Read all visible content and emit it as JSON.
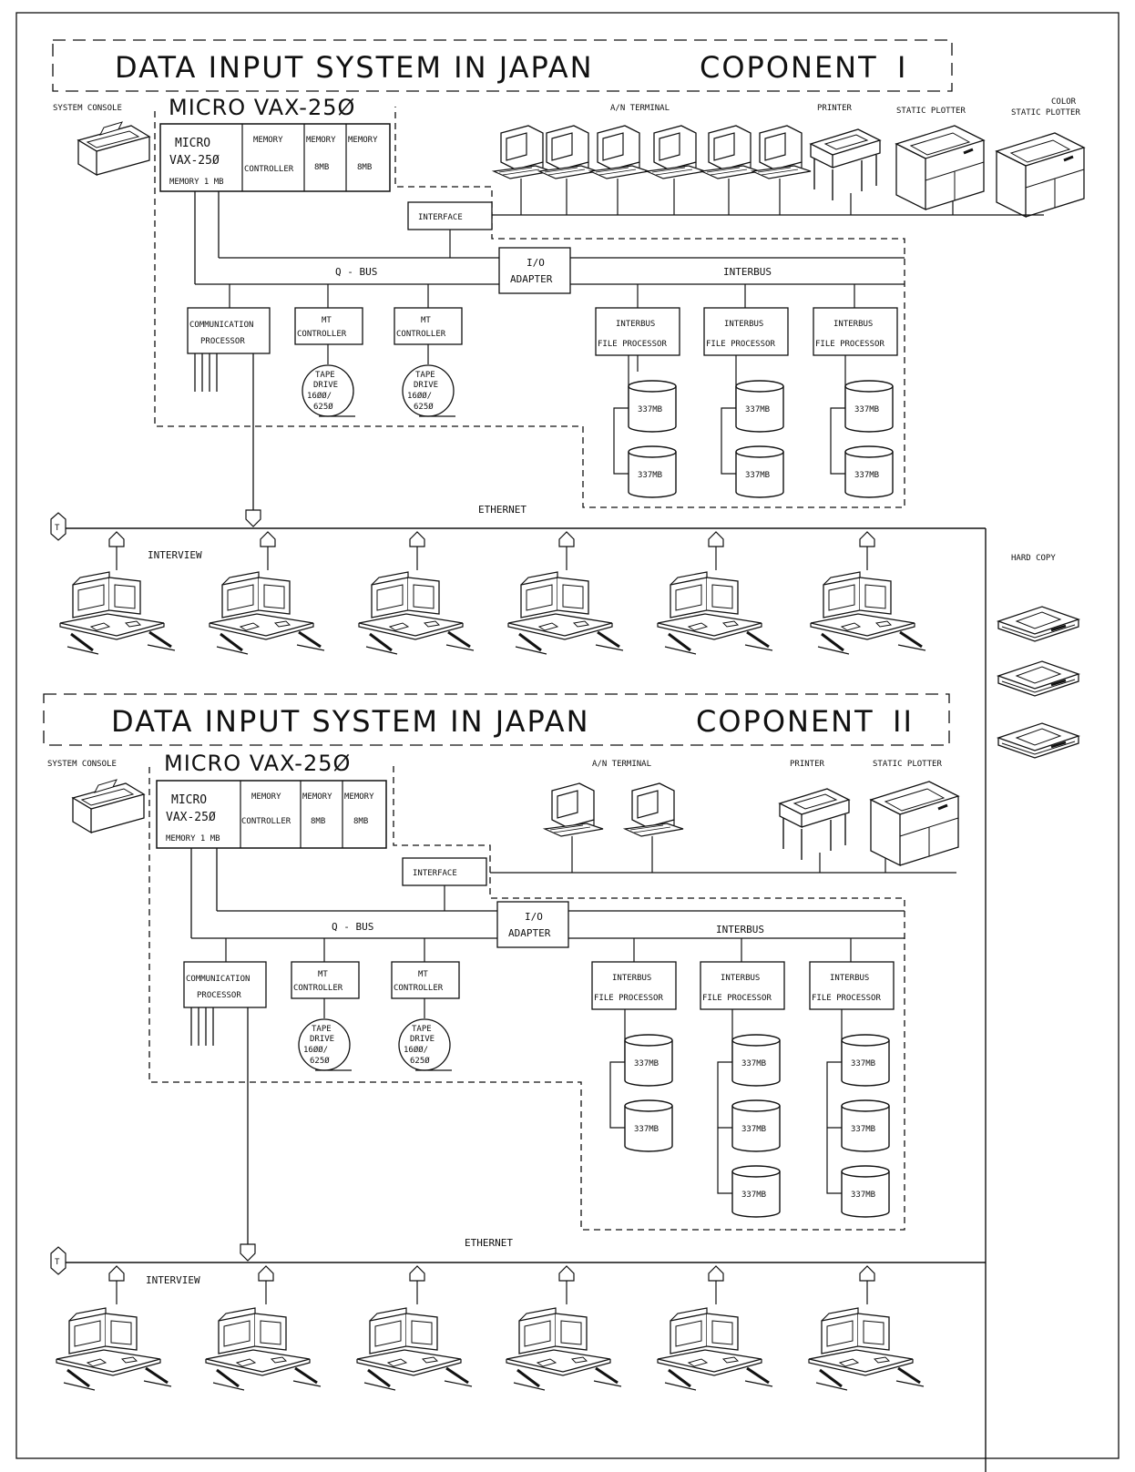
{
  "diagram": {
    "component1": {
      "title": "DATA INPUT SYSTEM IN JAPAN",
      "component_label": "COPONENT",
      "numeral": "I",
      "system_console": "SYSTEM CONSOLE",
      "cpu_group_title": "MICRO VAX-25Ø",
      "cpu_line1": "MICRO",
      "cpu_line2": "VAX-25Ø",
      "cpu_memory": "MEMORY 1 MB",
      "memory_controller_l1": "MEMORY",
      "memory_controller_l2": "CONTROLLER",
      "memory_a_l1": "MEMORY",
      "memory_a_l2": "8MB",
      "memory_b_l1": "MEMORY",
      "memory_b_l2": "8MB",
      "an_terminal": "A/N TERMINAL",
      "printer": "PRINTER",
      "static_plotter": "STATIC PLOTTER",
      "color_plotter_l1": "COLOR",
      "color_plotter_l2": "STATIC PLOTTER",
      "interface": "INTERFACE",
      "io_adapter_l1": "I/O",
      "io_adapter_l2": "ADAPTER",
      "qbus": "Q - BUS",
      "interbus": "INTERBUS",
      "comm_l1": "COMMUNICATION",
      "comm_l2": "PROCESSOR",
      "mt_l1": "MT",
      "mt_l2": "CONTROLLER",
      "tape_l1": "TAPE",
      "tape_l2": "DRIVE",
      "tape_l3": "16ØØ/",
      "tape_l4": "625Ø",
      "ifp_l1": "INTERBUS",
      "ifp_l2": "FILE PROCESSOR",
      "disk": "337MB",
      "ethernet": "ETHERNET",
      "terminator": "T",
      "interview": "INTERVIEW"
    },
    "component2": {
      "title": "DATA INPUT SYSTEM IN JAPAN",
      "component_label": "COPONENT",
      "numeral": "II",
      "system_console": "SYSTEM CONSOLE",
      "cpu_group_title": "MICRO VAX-25Ø",
      "cpu_line1": "MICRO",
      "cpu_line2": "VAX-25Ø",
      "cpu_memory": "MEMORY 1 MB",
      "memory_controller_l1": "MEMORY",
      "memory_controller_l2": "CONTROLLER",
      "memory_a_l1": "MEMORY",
      "memory_a_l2": "8MB",
      "memory_b_l1": "MEMORY",
      "memory_b_l2": "8MB",
      "an_terminal": "A/N TERMINAL",
      "printer": "PRINTER",
      "static_plotter": "STATIC PLOTTER",
      "interface": "INTERFACE",
      "io_adapter_l1": "I/O",
      "io_adapter_l2": "ADAPTER",
      "qbus": "Q - BUS",
      "interbus": "INTERBUS",
      "comm_l1": "COMMUNICATION",
      "comm_l2": "PROCESSOR",
      "mt_l1": "MT",
      "mt_l2": "CONTROLLER",
      "tape_l1": "TAPE",
      "tape_l2": "DRIVE",
      "tape_l3": "16ØØ/",
      "tape_l4": "625Ø",
      "ifp_l1": "INTERBUS",
      "ifp_l2": "FILE PROCESSOR",
      "disk": "337MB",
      "ethernet": "ETHERNET",
      "terminator": "T",
      "interview": "INTERVIEW"
    },
    "hard_copy": "HARD COPY",
    "colors": {
      "ink": "#111111",
      "paper": "#ffffff"
    }
  }
}
